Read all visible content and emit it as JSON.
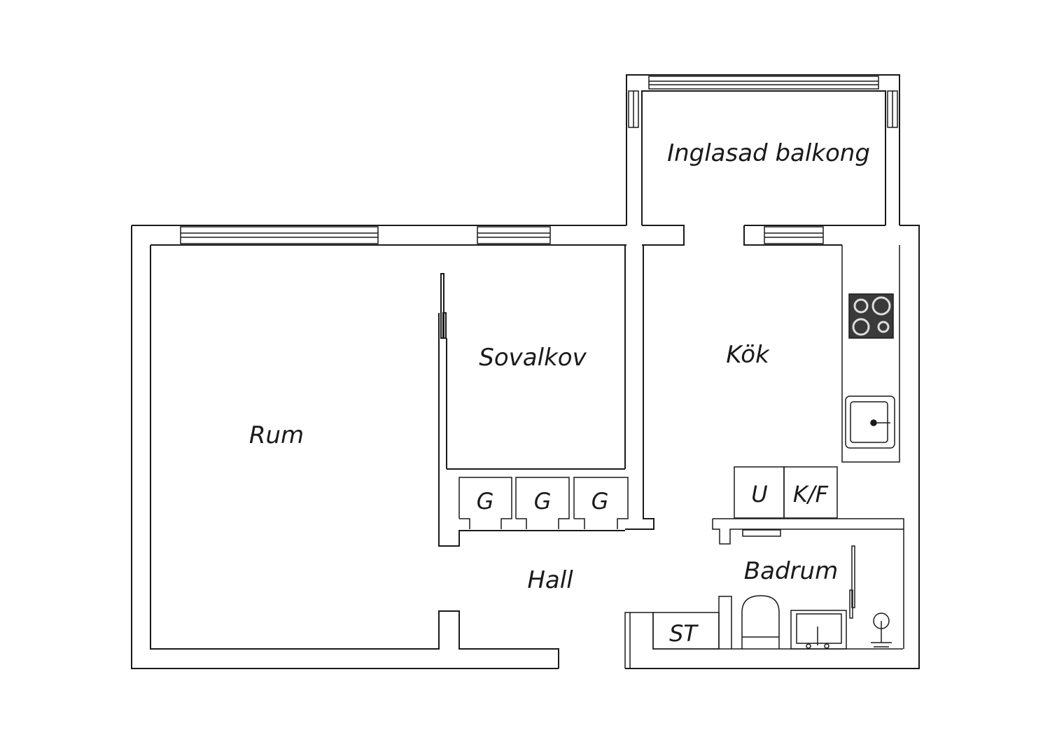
{
  "rooms": {
    "balcony": "Inglasad balkong",
    "living": "Rum",
    "bedroom": "Sovalkov",
    "kitchen": "Kök",
    "hall": "Hall",
    "bathroom": "Badrum"
  },
  "fixtures": {
    "wardrobe_1": "G",
    "wardrobe_2": "G",
    "wardrobe_3": "G",
    "freezer": "U",
    "fridge_freezer": "K/F",
    "storage": "ST"
  },
  "colors": {
    "line": "#1a1a1a",
    "background": "#ffffff",
    "stove": "#3a3a3a"
  }
}
